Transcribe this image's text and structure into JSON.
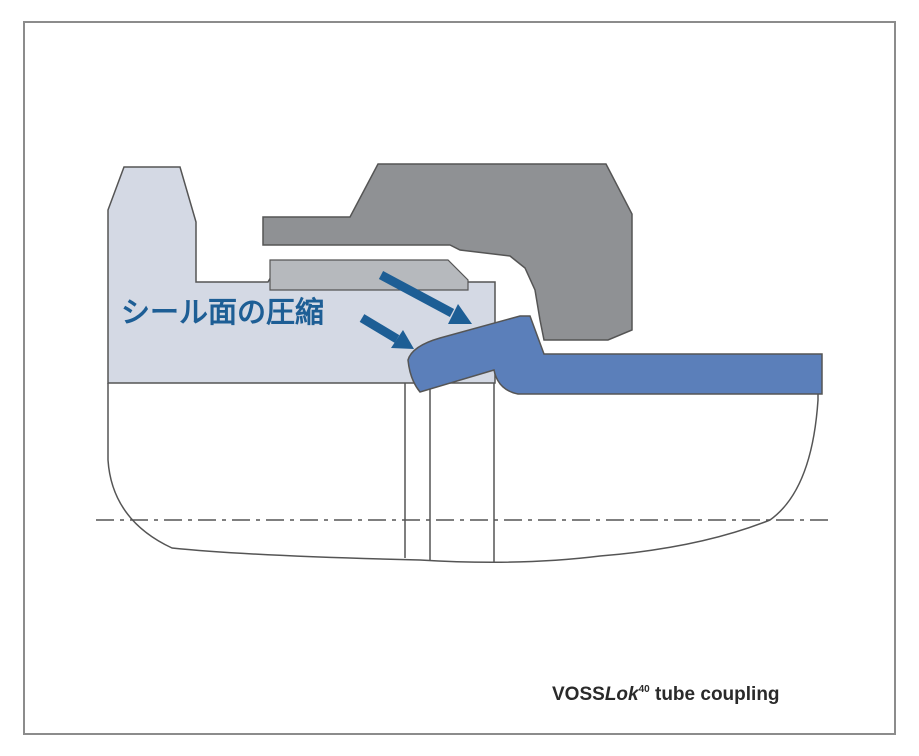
{
  "label": {
    "text": "シール面の圧縮"
  },
  "caption": {
    "brand": "VOSS",
    "brand_italic": "Lok",
    "superscript": "40",
    "rest": " tube coupling"
  },
  "colors": {
    "frame": "#8c8c8c",
    "body_light": "#d4d9e4",
    "nut_gray": "#8f9194",
    "ring_gray": "#b6b9bd",
    "tube_blue": "#5b7fba",
    "arrow_blue": "#1d5e95",
    "label_blue": "#1d5e95",
    "line_dark": "#555555",
    "caption_text": "#2a2a2a"
  }
}
